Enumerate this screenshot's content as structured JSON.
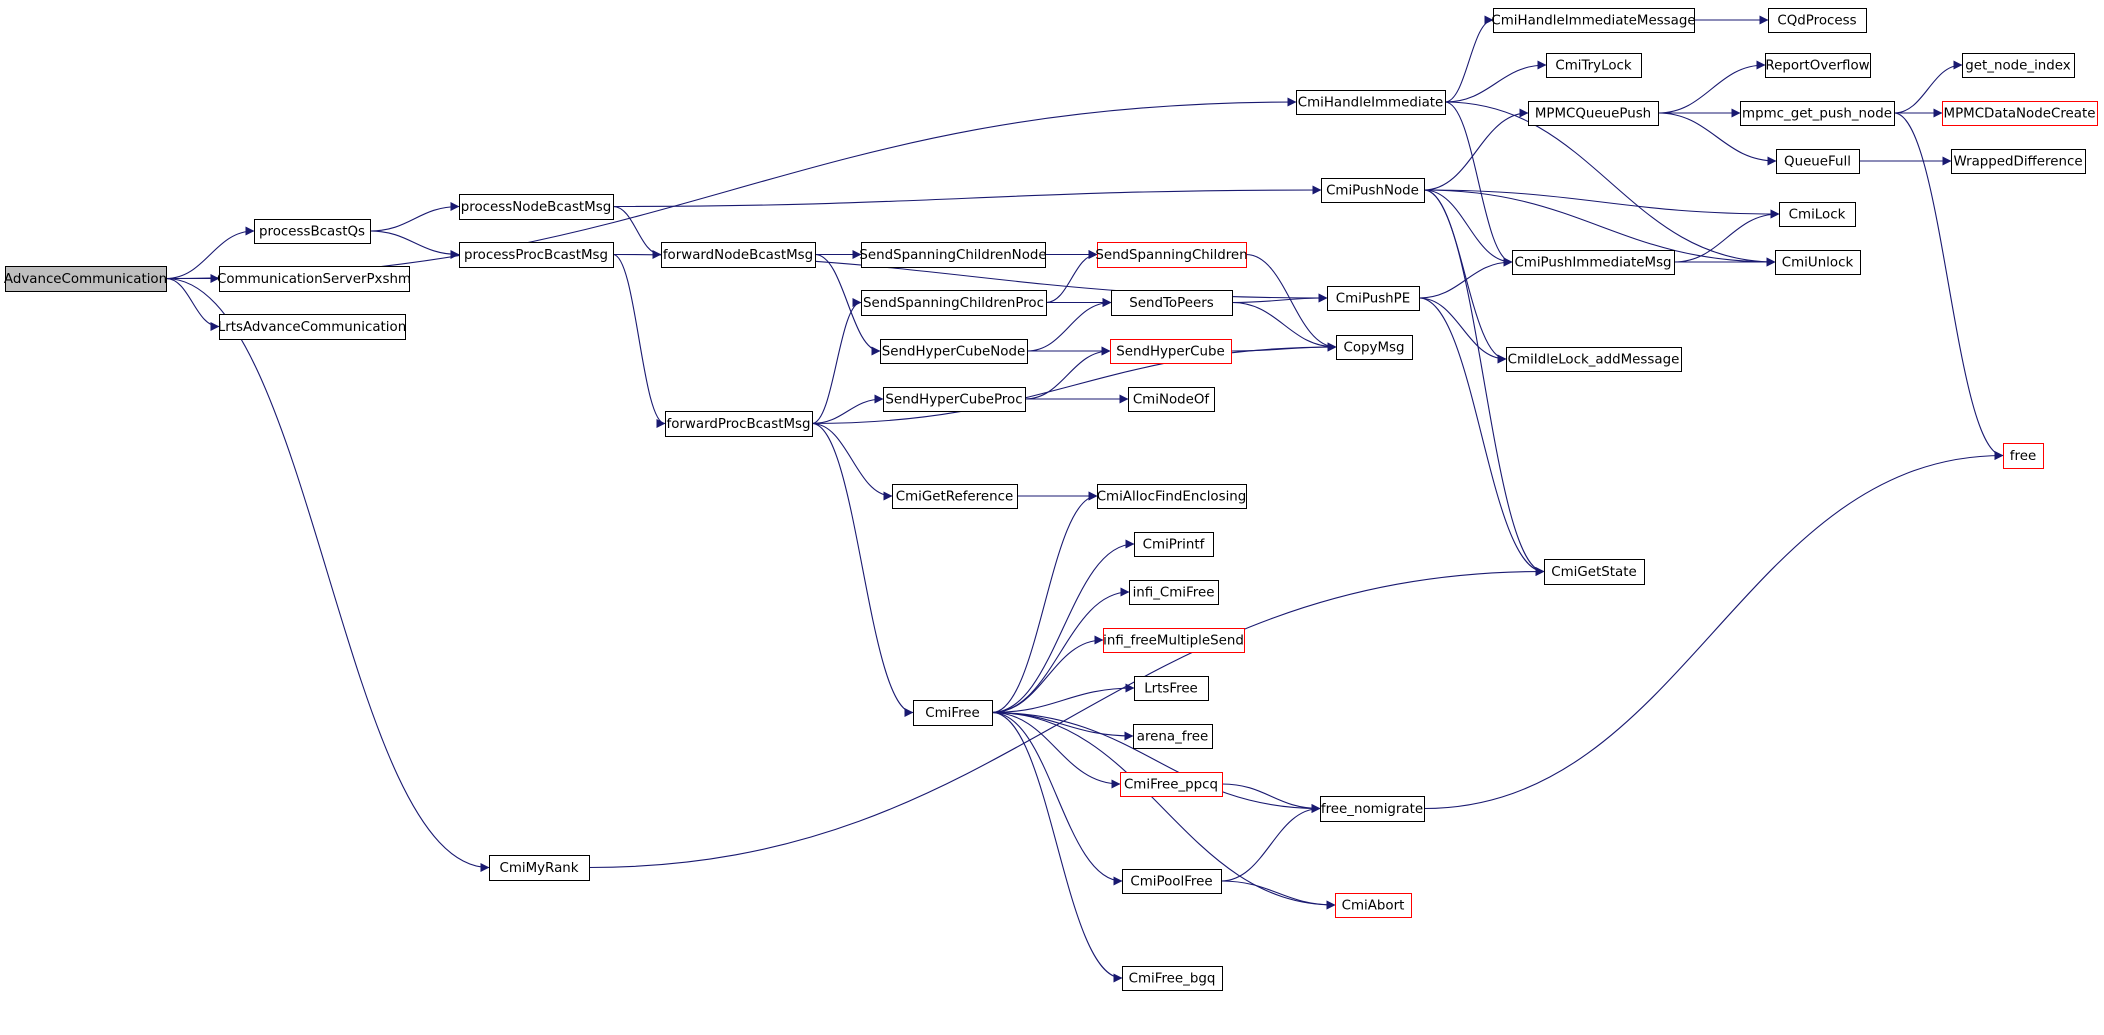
{
  "colors": {
    "edge": "#191970",
    "node_border": "#000000",
    "truncated_border": "#ff0000",
    "root_fill": "#bfbfbf",
    "node_fill": "#ffffff"
  },
  "nodes": {
    "advcomm": {
      "label": "AdvanceCommunication",
      "kind": "root"
    },
    "procBcastQs": {
      "label": "processBcastQs"
    },
    "commServer": {
      "label": "CommunicationServerPxshm"
    },
    "lrtsAdv": {
      "label": "LrtsAdvanceCommunication"
    },
    "cmiMyRank": {
      "label": "CmiMyRank"
    },
    "procNode": {
      "label": "processNodeBcastMsg"
    },
    "procProc": {
      "label": "processProcBcastMsg"
    },
    "fwdNode": {
      "label": "forwardNodeBcastMsg"
    },
    "fwdProc": {
      "label": "forwardProcBcastMsg"
    },
    "sscNode": {
      "label": "SendSpanningChildrenNode"
    },
    "sscProc": {
      "label": "SendSpanningChildrenProc"
    },
    "shcNode": {
      "label": "SendHyperCubeNode"
    },
    "shcProc": {
      "label": "SendHyperCubeProc"
    },
    "sendSpan": {
      "label": "SendSpanningChildren",
      "kind": "truncated"
    },
    "sendToPeers": {
      "label": "SendToPeers"
    },
    "sendHC": {
      "label": "SendHyperCube",
      "kind": "truncated"
    },
    "cmiNodeOf": {
      "label": "CmiNodeOf"
    },
    "cmiGetRef": {
      "label": "CmiGetReference"
    },
    "cmiAllocFE": {
      "label": "CmiAllocFindEnclosing"
    },
    "cmiFree": {
      "label": "CmiFree"
    },
    "cmiPrintf": {
      "label": "CmiPrintf"
    },
    "infiCmiFree": {
      "label": "infi_CmiFree"
    },
    "infiFMS": {
      "label": "infi_freeMultipleSend",
      "kind": "truncated"
    },
    "lrtsFree": {
      "label": "LrtsFree"
    },
    "arenaFree": {
      "label": "arena_free"
    },
    "cmiFreePpcq": {
      "label": "CmiFree_ppcq",
      "kind": "truncated"
    },
    "cmiPoolFree": {
      "label": "CmiPoolFree"
    },
    "cmiFreeBgq": {
      "label": "CmiFree_bgq"
    },
    "freeNomig": {
      "label": "free_nomigrate"
    },
    "cmiAbort": {
      "label": "CmiAbort",
      "kind": "truncated"
    },
    "cmiHI": {
      "label": "CmiHandleImmediate"
    },
    "cmiHIM": {
      "label": "CmiHandleImmediateMessage"
    },
    "cqdProcess": {
      "label": "CQdProcess"
    },
    "cmiTryLock": {
      "label": "CmiTryLock"
    },
    "cmiPushNode": {
      "label": "CmiPushNode"
    },
    "cmiPushPE": {
      "label": "CmiPushPE"
    },
    "copyMsg": {
      "label": "CopyMsg"
    },
    "mpmcQP": {
      "label": "MPMCQueuePush"
    },
    "cmiPIM": {
      "label": "CmiPushImmediateMsg"
    },
    "cmiIdleLock": {
      "label": "CmiIdleLock_addMessage"
    },
    "cmiGetState": {
      "label": "CmiGetState"
    },
    "reportOverflow": {
      "label": "ReportOverflow"
    },
    "mpmcGPN": {
      "label": "mpmc_get_push_node"
    },
    "queueFull": {
      "label": "QueueFull"
    },
    "cmiLock": {
      "label": "CmiLock"
    },
    "cmiUnlock": {
      "label": "CmiUnlock"
    },
    "getNodeIndex": {
      "label": "get_node_index"
    },
    "mpmcDNC": {
      "label": "MPMCDataNodeCreate",
      "kind": "truncated"
    },
    "wrappedDiff": {
      "label": "WrappedDifference"
    },
    "free": {
      "label": "free",
      "kind": "truncated"
    }
  },
  "edges": [
    [
      "advcomm",
      "procBcastQs"
    ],
    [
      "advcomm",
      "commServer"
    ],
    [
      "advcomm",
      "lrtsAdv"
    ],
    [
      "advcomm",
      "cmiMyRank"
    ],
    [
      "advcomm",
      "cmiHI"
    ],
    [
      "procBcastQs",
      "procNode"
    ],
    [
      "procBcastQs",
      "procProc"
    ],
    [
      "procNode",
      "fwdNode"
    ],
    [
      "procNode",
      "cmiPushNode"
    ],
    [
      "procProc",
      "fwdProc"
    ],
    [
      "procProc",
      "cmiPushPE"
    ],
    [
      "fwdNode",
      "sscNode"
    ],
    [
      "fwdNode",
      "shcNode"
    ],
    [
      "fwdProc",
      "sscProc"
    ],
    [
      "fwdProc",
      "shcProc"
    ],
    [
      "fwdProc",
      "copyMsg"
    ],
    [
      "fwdProc",
      "cmiGetRef"
    ],
    [
      "fwdProc",
      "cmiFree"
    ],
    [
      "sscNode",
      "sendSpan"
    ],
    [
      "sscProc",
      "sendSpan"
    ],
    [
      "sscProc",
      "sendToPeers"
    ],
    [
      "shcNode",
      "sendHC"
    ],
    [
      "shcNode",
      "sendToPeers"
    ],
    [
      "shcProc",
      "sendHC"
    ],
    [
      "shcProc",
      "cmiNodeOf"
    ],
    [
      "sendSpan",
      "copyMsg"
    ],
    [
      "sendToPeers",
      "cmiPushPE"
    ],
    [
      "sendToPeers",
      "copyMsg"
    ],
    [
      "sendHC",
      "copyMsg"
    ],
    [
      "cmiGetRef",
      "cmiAllocFE"
    ],
    [
      "cmiFree",
      "cmiAllocFE"
    ],
    [
      "cmiFree",
      "cmiPrintf"
    ],
    [
      "cmiFree",
      "infiCmiFree"
    ],
    [
      "cmiFree",
      "infiFMS"
    ],
    [
      "cmiFree",
      "lrtsFree"
    ],
    [
      "cmiFree",
      "arenaFree"
    ],
    [
      "cmiFree",
      "cmiFreePpcq"
    ],
    [
      "cmiFree",
      "freeNomig"
    ],
    [
      "cmiFree",
      "cmiPoolFree"
    ],
    [
      "cmiFree",
      "cmiAbort"
    ],
    [
      "cmiFree",
      "cmiFreeBgq"
    ],
    [
      "cmiFreePpcq",
      "freeNomig"
    ],
    [
      "cmiPoolFree",
      "freeNomig"
    ],
    [
      "cmiPoolFree",
      "cmiAbort"
    ],
    [
      "freeNomig",
      "free"
    ],
    [
      "cmiMyRank",
      "cmiGetState"
    ],
    [
      "cmiHI",
      "cmiHIM"
    ],
    [
      "cmiHI",
      "cmiTryLock"
    ],
    [
      "cmiHI",
      "cmiPIM"
    ],
    [
      "cmiHI",
      "cmiUnlock"
    ],
    [
      "cmiHIM",
      "cqdProcess"
    ],
    [
      "cmiPushNode",
      "mpmcQP"
    ],
    [
      "cmiPushNode",
      "cmiLock"
    ],
    [
      "cmiPushNode",
      "cmiPIM"
    ],
    [
      "cmiPushNode",
      "cmiUnlock"
    ],
    [
      "cmiPushNode",
      "cmiIdleLock"
    ],
    [
      "cmiPushNode",
      "cmiGetState"
    ],
    [
      "cmiPushPE",
      "cmiPIM"
    ],
    [
      "cmiPushPE",
      "cmiIdleLock"
    ],
    [
      "cmiPushPE",
      "cmiGetState"
    ],
    [
      "mpmcQP",
      "reportOverflow"
    ],
    [
      "mpmcQP",
      "mpmcGPN"
    ],
    [
      "mpmcQP",
      "queueFull"
    ],
    [
      "mpmcGPN",
      "getNodeIndex"
    ],
    [
      "mpmcGPN",
      "mpmcDNC"
    ],
    [
      "mpmcGPN",
      "free"
    ],
    [
      "queueFull",
      "wrappedDiff"
    ],
    [
      "cmiPIM",
      "cmiLock"
    ],
    [
      "cmiPIM",
      "cmiUnlock"
    ]
  ]
}
